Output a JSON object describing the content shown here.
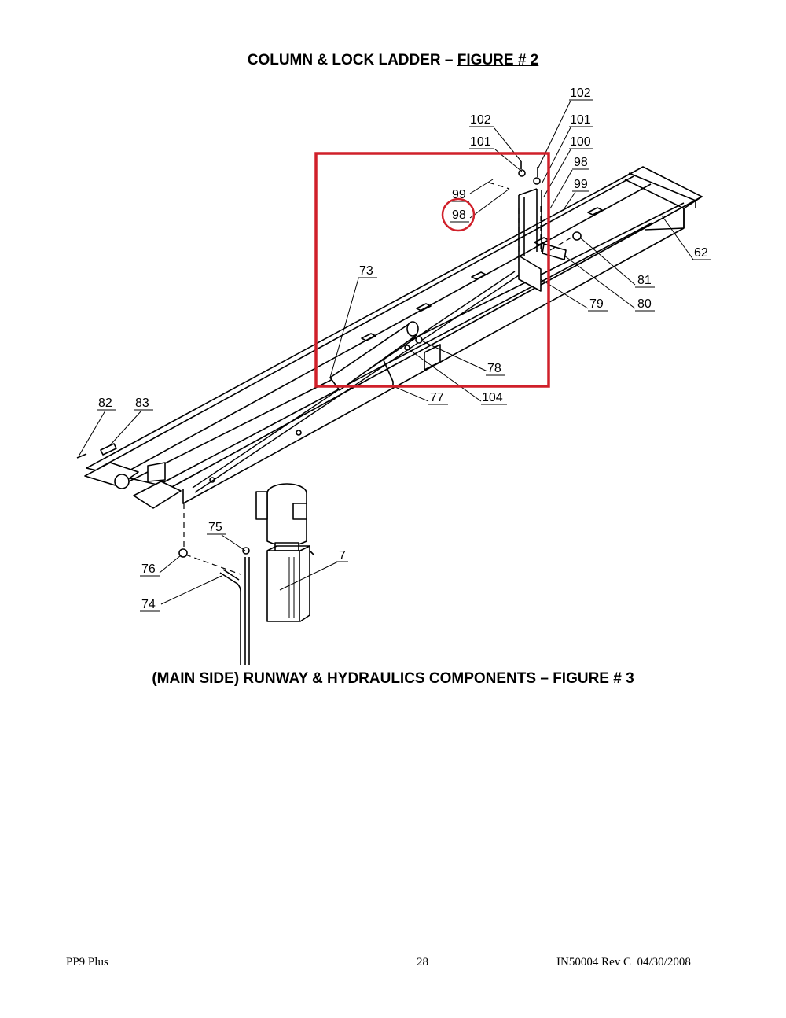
{
  "heading_top": {
    "prefix": "COLUMN & LOCK LADDER – ",
    "figure": "FIGURE # 2"
  },
  "heading_bottom": {
    "prefix": "(MAIN SIDE) RUNWAY & HYDRAULICS COMPONENTS – ",
    "figure": "FIGURE # 3"
  },
  "callouts": [
    {
      "id": "c102a",
      "label": "102"
    },
    {
      "id": "c101a",
      "label": "101"
    },
    {
      "id": "c100",
      "label": "100"
    },
    {
      "id": "c98a",
      "label": "98"
    },
    {
      "id": "c99a",
      "label": "99"
    },
    {
      "id": "c102b",
      "label": "102"
    },
    {
      "id": "c101b",
      "label": "101"
    },
    {
      "id": "c99b",
      "label": "99"
    },
    {
      "id": "c98b",
      "label": "98"
    },
    {
      "id": "c62",
      "label": "62"
    },
    {
      "id": "c73",
      "label": "73"
    },
    {
      "id": "c81",
      "label": "81"
    },
    {
      "id": "c80",
      "label": "80"
    },
    {
      "id": "c79",
      "label": "79"
    },
    {
      "id": "c78",
      "label": "78"
    },
    {
      "id": "c77",
      "label": "77"
    },
    {
      "id": "c104",
      "label": "104"
    },
    {
      "id": "c82",
      "label": "82"
    },
    {
      "id": "c83",
      "label": "83"
    },
    {
      "id": "c75",
      "label": "75"
    },
    {
      "id": "c7",
      "label": "7"
    },
    {
      "id": "c76",
      "label": "76"
    },
    {
      "id": "c74",
      "label": "74"
    }
  ],
  "highlight_color": "#d0202a",
  "footer": {
    "left": "PP9 Plus",
    "center": "28",
    "right": "IN50004 Rev C  04/30/2008"
  }
}
